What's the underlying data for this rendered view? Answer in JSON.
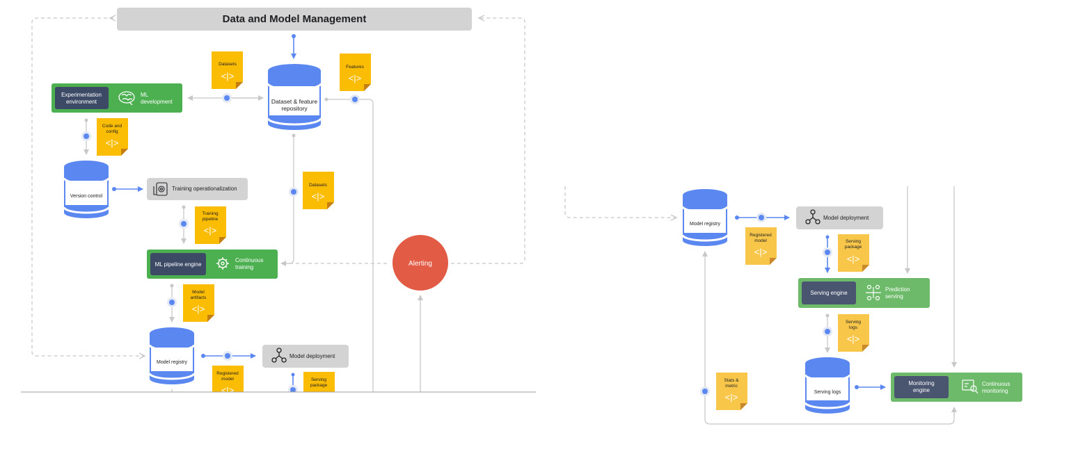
{
  "header": {
    "title": "Data and Model Management"
  },
  "repository": {
    "label_line1": "Dataset & feature",
    "label_line2": "repository"
  },
  "artifacts": {
    "datasets_top": "Datasets",
    "features": "Features",
    "code_config_line1": "Code and",
    "code_config_line2": "config",
    "datasets_mid": "Datasets",
    "training_pipeline_line1": "Training",
    "training_pipeline_line2": "pipeline",
    "model_artifacts_line1": "Model",
    "model_artifacts_line2": "artifacts",
    "registered_model_line1": "Registered",
    "registered_model_line2": "model",
    "serving_package_line1": "Serving",
    "serving_package_line2": "package",
    "registered_model_r_line1": "Registered",
    "registered_model_r_line2": "model",
    "serving_package_r_line1": "Serving",
    "serving_package_r_line2": "package",
    "serving_logs_line1": "Serving",
    "serving_logs_line2": "logs",
    "stats_metric_line1": "Stats &",
    "stats_metric_line2": "metric",
    "code_glyph": "<|>"
  },
  "ml_development": {
    "dark_line1": "Experimentation",
    "dark_line2": "environment",
    "label_line1": "ML",
    "label_line2": "development"
  },
  "version_control": {
    "label": "Version control"
  },
  "training_op": {
    "label": "Training operationalization"
  },
  "continuous_training": {
    "dark_label": "ML pipeline engine",
    "label_line1": "Continuous",
    "label_line2": "training"
  },
  "model_registry_left": {
    "label": "Model registry"
  },
  "model_deployment_left": {
    "label": "Model deployment"
  },
  "alerting": {
    "label": "Alerting"
  },
  "model_registry_right": {
    "label": "Model registry"
  },
  "model_deployment_right": {
    "label": "Model deployment"
  },
  "prediction_serving": {
    "dark_label": "Serving engine",
    "label_line1": "Prediction",
    "label_line2": "serving"
  },
  "serving_logs_db": {
    "label": "Serving logs"
  },
  "continuous_monitoring": {
    "dark_line1": "Monitoring",
    "dark_line2": "engine",
    "label_line1": "Continuous",
    "label_line2": "monitoring"
  },
  "colors": {
    "green": "#4caf50",
    "green_light": "#6dbb6a",
    "dark_navy": "#3c4a66",
    "blue": "#5b87f0",
    "sticky_yellow": "#fbbc04",
    "sticky_light": "#f8c74a",
    "alert_red": "#e25c45",
    "gray_box": "#d3d3d3"
  }
}
